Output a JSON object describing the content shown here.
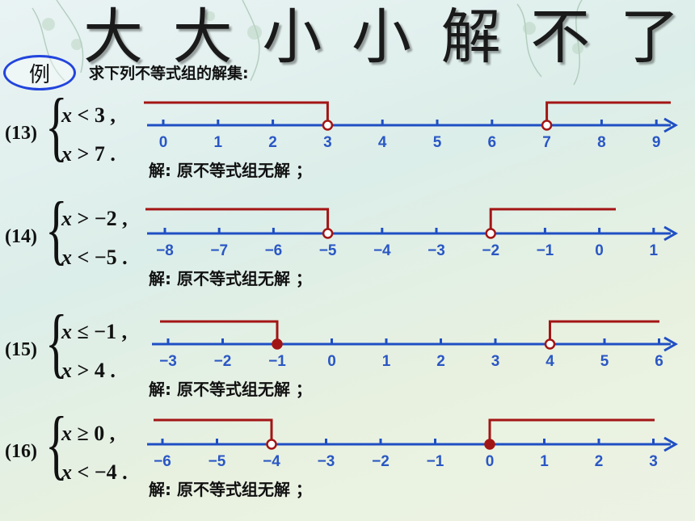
{
  "title_chars": [
    "大",
    "大",
    "小",
    "小",
    "解",
    "不",
    "了"
  ],
  "example_label": "例",
  "prompt": "求下列不等式组的解集:",
  "colors": {
    "axis": "#1f4fc4",
    "ray": "#a31515",
    "label": "#2a57c4",
    "badge": "#2244dd"
  },
  "problems": [
    {
      "label": "(13)",
      "line1": {
        "var": "x",
        "op": "<",
        "val": "3",
        "sep": ","
      },
      "line2": {
        "var": "x",
        "op": ">",
        "val": "7",
        "sep": "."
      },
      "solution": "解: 原不等式组无解 ；",
      "ticks": [
        "0",
        "1",
        "2",
        "3",
        "4",
        "5",
        "6",
        "7",
        "8",
        "9"
      ],
      "rays": [
        {
          "point": "3",
          "direction": "left",
          "closed": false
        },
        {
          "point": "7",
          "direction": "right",
          "closed": false
        }
      ]
    },
    {
      "label": "(14)",
      "line1": {
        "var": "x",
        "op": ">",
        "val": "−2",
        "sep": ","
      },
      "line2": {
        "var": "x",
        "op": "<",
        "val": "−5",
        "sep": "."
      },
      "solution": "解: 原不等式组无解 ；",
      "ticks": [
        "−8",
        "−7",
        "−6",
        "−5",
        "−4",
        "−3",
        "−2",
        "−1",
        "0",
        "1"
      ],
      "rays": [
        {
          "point": "−5",
          "direction": "left",
          "closed": false
        },
        {
          "point": "−2",
          "direction": "right",
          "closed": false
        }
      ]
    },
    {
      "label": "(15)",
      "line1": {
        "var": "x",
        "op": "≤",
        "val": "−1",
        "sep": ","
      },
      "line2": {
        "var": "x",
        "op": ">",
        "val": "4",
        "sep": "."
      },
      "solution": "解: 原不等式组无解 ；",
      "ticks": [
        "−3",
        "−2",
        "−1",
        "0",
        "1",
        "2",
        "3",
        "4",
        "5",
        "6"
      ],
      "rays": [
        {
          "point": "−1",
          "direction": "left",
          "closed": true
        },
        {
          "point": "4",
          "direction": "right",
          "closed": false
        }
      ]
    },
    {
      "label": "(16)",
      "line1": {
        "var": "x",
        "op": "≥",
        "val": "0",
        "sep": ","
      },
      "line2": {
        "var": "x",
        "op": "<",
        "val": "−4",
        "sep": "."
      },
      "solution": "解: 原不等式组无解 ；",
      "ticks": [
        "−6",
        "−5",
        "−4",
        "−3",
        "−2",
        "−1",
        "0",
        "1",
        "2",
        "3"
      ],
      "rays": [
        {
          "point": "−4",
          "direction": "left",
          "closed": false
        },
        {
          "point": "0",
          "direction": "right",
          "closed": true
        }
      ]
    }
  ]
}
